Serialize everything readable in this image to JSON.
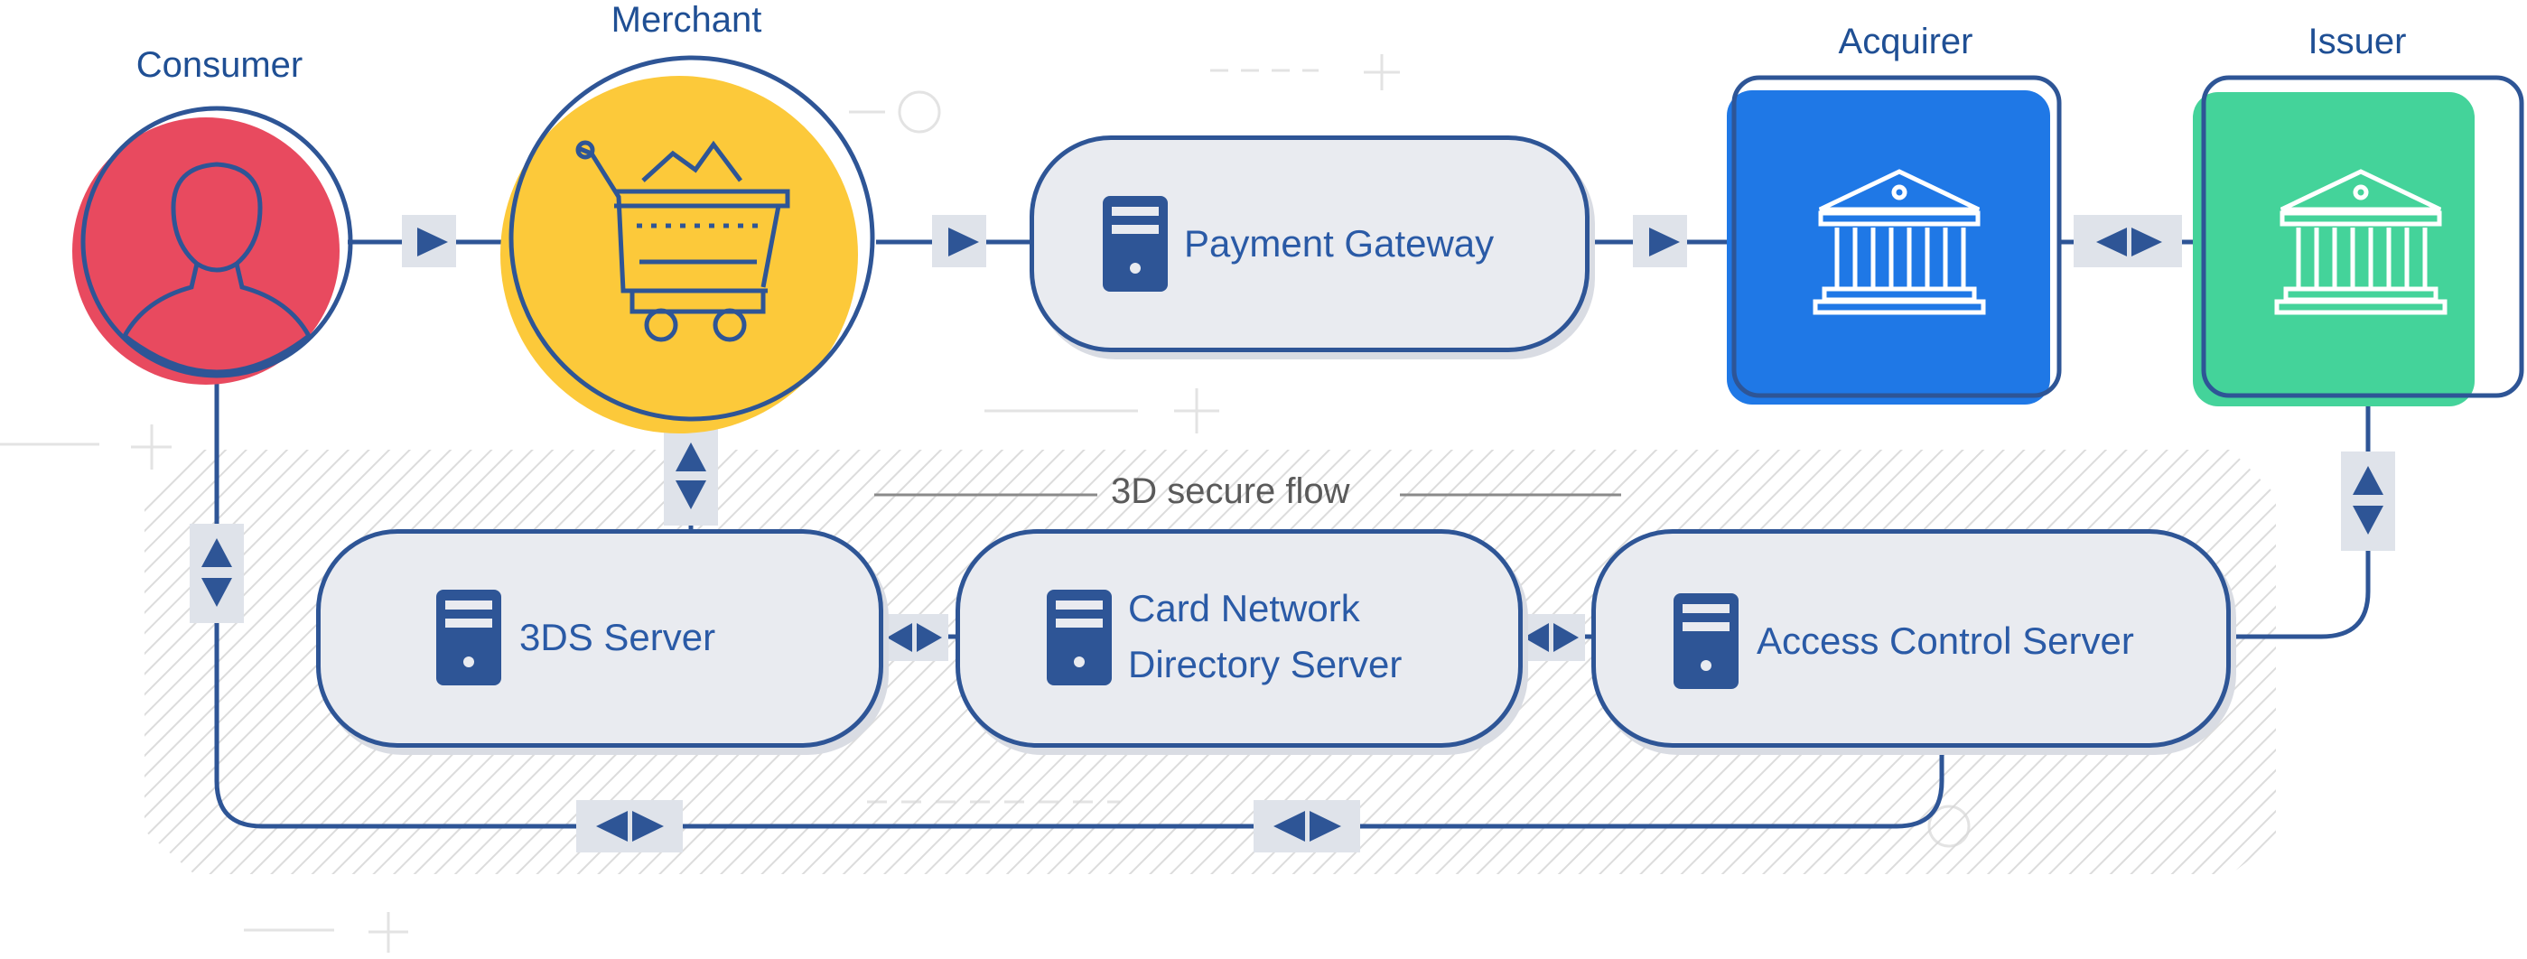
{
  "diagram": {
    "nodes": {
      "consumer": {
        "label": "Consumer",
        "icon": "person-icon",
        "color": "#e84a5f"
      },
      "merchant": {
        "label": "Merchant",
        "icon": "shopping-cart-icon",
        "color": "#fcc93a"
      },
      "payment_gateway": {
        "label": "Payment Gateway",
        "icon": "server-icon"
      },
      "acquirer": {
        "label": "Acquirer",
        "icon": "bank-icon",
        "color": "#1f78e6"
      },
      "issuer": {
        "label": "Issuer",
        "icon": "bank-icon",
        "color": "#44d39a"
      },
      "threeds_server": {
        "label": "3DS Server",
        "icon": "server-icon"
      },
      "card_network": {
        "line1": "Card Network",
        "line2": "Directory Server",
        "icon": "server-icon"
      },
      "acs": {
        "label": "Access Control Server",
        "icon": "server-icon"
      }
    },
    "group_label": "3D secure flow",
    "colors": {
      "stroke": "#2e5596",
      "text": "#2a5aa6",
      "pill_fill": "#e9ebf0",
      "hatch": "#d6d6d6"
    }
  }
}
